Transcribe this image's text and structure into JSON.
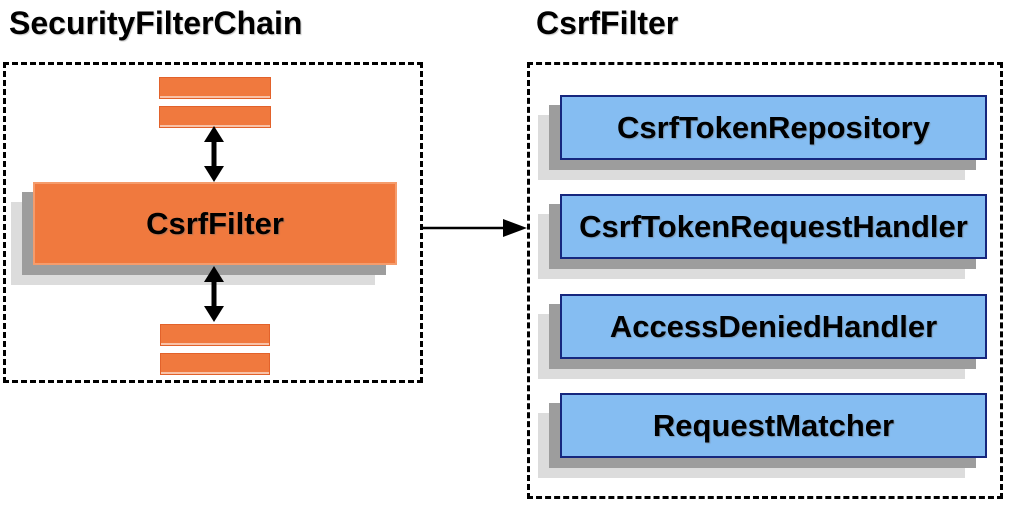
{
  "left_panel": {
    "title": "SecurityFilterChain",
    "filter_label": "CsrfFilter"
  },
  "right_panel": {
    "title": "CsrfFilter",
    "components": [
      {
        "label": "CsrfTokenRepository"
      },
      {
        "label": "CsrfTokenRequestHandler"
      },
      {
        "label": "AccessDeniedHandler"
      },
      {
        "label": "RequestMatcher"
      }
    ]
  },
  "colors": {
    "orange_fill": "#F0793E",
    "orange_border": "#E2622B",
    "blue_fill": "#85BDF2",
    "blue_border": "#16277E",
    "shadow_mid": "#9D9D9D",
    "shadow_light": "#DCDCDC",
    "arrow": "#000000"
  }
}
